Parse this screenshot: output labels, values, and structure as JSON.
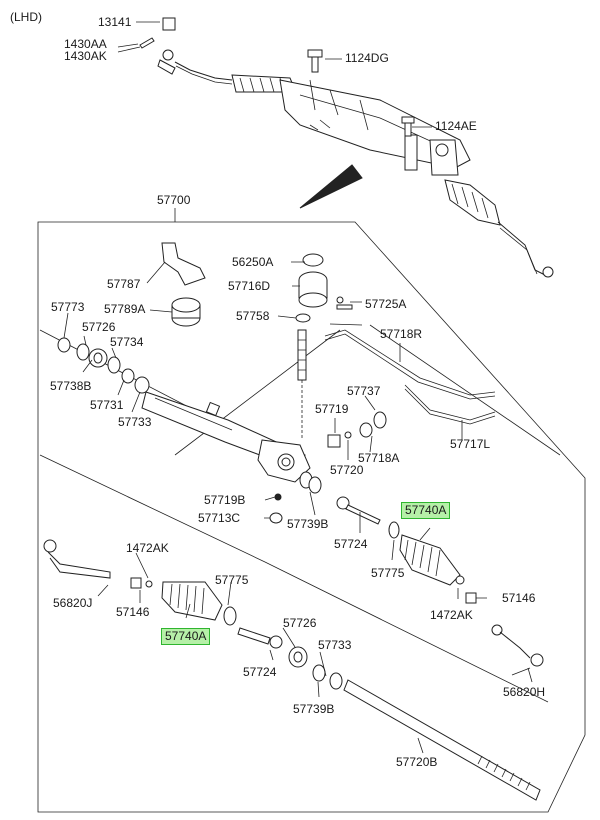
{
  "header": {
    "variant": "(LHD)"
  },
  "labels": {
    "p13141": "13141",
    "p1430AA": "1430AA",
    "p1430AK": "1430AK",
    "p1124DG": "1124DG",
    "p1124AE": "1124AE",
    "p57700": "57700",
    "p56250A": "56250A",
    "p57787": "57787",
    "p57716D": "57716D",
    "p57725A": "57725A",
    "p57773": "57773",
    "p57789A": "57789A",
    "p57758": "57758",
    "p57726_top": "57726",
    "p57718R": "57718R",
    "p57734": "57734",
    "p57738B": "57738B",
    "p57731": "57731",
    "p57733_top": "57733",
    "p57737": "57737",
    "p57719": "57719",
    "p57718A": "57718A",
    "p57720": "57720",
    "p57717L": "57717L",
    "p57719B": "57719B",
    "p57713C": "57713C",
    "p57739B_top": "57739B",
    "p57724_right": "57724",
    "p57740A_right": "57740A",
    "p57775_right": "57775",
    "p1472AK_left": "1472AK",
    "p1472AK_right": "1472AK",
    "p57146_right": "57146",
    "p56820J": "56820J",
    "p57146_left": "57146",
    "p57775_left": "57775",
    "p57740A_left": "57740A",
    "p57726_bottom": "57726",
    "p57733_bottom": "57733",
    "p57724_bottom": "57724",
    "p57739B_bottom": "57739B",
    "p56820H": "56820H",
    "p57720B": "57720B"
  },
  "highlight_color": "#b6f0a8",
  "highlight_border": "#2fb52f"
}
